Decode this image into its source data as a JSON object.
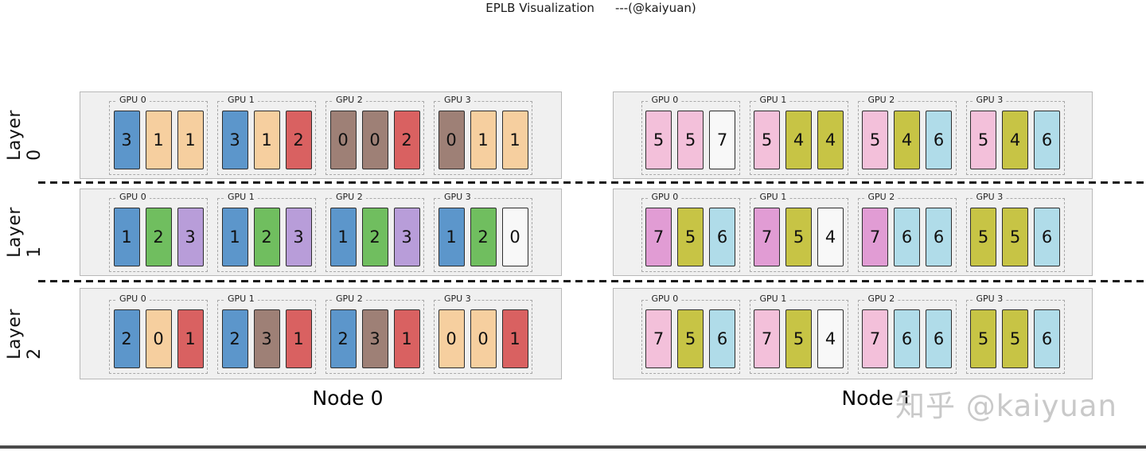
{
  "title": "EPLB Visualization",
  "credit": "---(@kaiyuan)",
  "watermark": "知乎 @kaiyuan",
  "palette": {
    "blue": "#5C96CB",
    "tan": "#F6CF9F",
    "red": "#D96161",
    "brown": "#9E8076",
    "green": "#70BE5F",
    "purple": "#B89DD9",
    "pink": "#F3C0DA",
    "white": "#F8F8F8",
    "olive": "#C7C445",
    "lightblue": "#B0DCE9",
    "orchid": "#E19CD4"
  },
  "node_labels": [
    "Node 0",
    "Node 1"
  ],
  "layers": [
    {
      "label": "Layer 0",
      "nodes": [
        {
          "gpus": [
            {
              "label": "GPU 0",
              "cells": [
                {
                  "value": "3",
                  "color": "blue"
                },
                {
                  "value": "1",
                  "color": "tan"
                },
                {
                  "value": "1",
                  "color": "tan"
                }
              ]
            },
            {
              "label": "GPU 1",
              "cells": [
                {
                  "value": "3",
                  "color": "blue"
                },
                {
                  "value": "1",
                  "color": "tan"
                },
                {
                  "value": "2",
                  "color": "red"
                }
              ]
            },
            {
              "label": "GPU 2",
              "cells": [
                {
                  "value": "0",
                  "color": "brown"
                },
                {
                  "value": "0",
                  "color": "brown"
                },
                {
                  "value": "2",
                  "color": "red"
                }
              ]
            },
            {
              "label": "GPU 3",
              "cells": [
                {
                  "value": "0",
                  "color": "brown"
                },
                {
                  "value": "1",
                  "color": "tan"
                },
                {
                  "value": "1",
                  "color": "tan"
                }
              ]
            }
          ]
        },
        {
          "gpus": [
            {
              "label": "GPU 0",
              "cells": [
                {
                  "value": "5",
                  "color": "pink"
                },
                {
                  "value": "5",
                  "color": "pink"
                },
                {
                  "value": "7",
                  "color": "white"
                }
              ]
            },
            {
              "label": "GPU 1",
              "cells": [
                {
                  "value": "5",
                  "color": "pink"
                },
                {
                  "value": "4",
                  "color": "olive"
                },
                {
                  "value": "4",
                  "color": "olive"
                }
              ]
            },
            {
              "label": "GPU 2",
              "cells": [
                {
                  "value": "5",
                  "color": "pink"
                },
                {
                  "value": "4",
                  "color": "olive"
                },
                {
                  "value": "6",
                  "color": "lightblue"
                }
              ]
            },
            {
              "label": "GPU 3",
              "cells": [
                {
                  "value": "5",
                  "color": "pink"
                },
                {
                  "value": "4",
                  "color": "olive"
                },
                {
                  "value": "6",
                  "color": "lightblue"
                }
              ]
            }
          ]
        }
      ]
    },
    {
      "label": "Layer 1",
      "nodes": [
        {
          "gpus": [
            {
              "label": "GPU 0",
              "cells": [
                {
                  "value": "1",
                  "color": "blue"
                },
                {
                  "value": "2",
                  "color": "green"
                },
                {
                  "value": "3",
                  "color": "purple"
                }
              ]
            },
            {
              "label": "GPU 1",
              "cells": [
                {
                  "value": "1",
                  "color": "blue"
                },
                {
                  "value": "2",
                  "color": "green"
                },
                {
                  "value": "3",
                  "color": "purple"
                }
              ]
            },
            {
              "label": "GPU 2",
              "cells": [
                {
                  "value": "1",
                  "color": "blue"
                },
                {
                  "value": "2",
                  "color": "green"
                },
                {
                  "value": "3",
                  "color": "purple"
                }
              ]
            },
            {
              "label": "GPU 3",
              "cells": [
                {
                  "value": "1",
                  "color": "blue"
                },
                {
                  "value": "2",
                  "color": "green"
                },
                {
                  "value": "0",
                  "color": "white"
                }
              ]
            }
          ]
        },
        {
          "gpus": [
            {
              "label": "GPU 0",
              "cells": [
                {
                  "value": "7",
                  "color": "orchid"
                },
                {
                  "value": "5",
                  "color": "olive"
                },
                {
                  "value": "6",
                  "color": "lightblue"
                }
              ]
            },
            {
              "label": "GPU 1",
              "cells": [
                {
                  "value": "7",
                  "color": "orchid"
                },
                {
                  "value": "5",
                  "color": "olive"
                },
                {
                  "value": "4",
                  "color": "white"
                }
              ]
            },
            {
              "label": "GPU 2",
              "cells": [
                {
                  "value": "7",
                  "color": "orchid"
                },
                {
                  "value": "6",
                  "color": "lightblue"
                },
                {
                  "value": "6",
                  "color": "lightblue"
                }
              ]
            },
            {
              "label": "GPU 3",
              "cells": [
                {
                  "value": "5",
                  "color": "olive"
                },
                {
                  "value": "5",
                  "color": "olive"
                },
                {
                  "value": "6",
                  "color": "lightblue"
                }
              ]
            }
          ]
        }
      ]
    },
    {
      "label": "Layer 2",
      "nodes": [
        {
          "gpus": [
            {
              "label": "GPU 0",
              "cells": [
                {
                  "value": "2",
                  "color": "blue"
                },
                {
                  "value": "0",
                  "color": "tan"
                },
                {
                  "value": "1",
                  "color": "red"
                }
              ]
            },
            {
              "label": "GPU 1",
              "cells": [
                {
                  "value": "2",
                  "color": "blue"
                },
                {
                  "value": "3",
                  "color": "brown"
                },
                {
                  "value": "1",
                  "color": "red"
                }
              ]
            },
            {
              "label": "GPU 2",
              "cells": [
                {
                  "value": "2",
                  "color": "blue"
                },
                {
                  "value": "3",
                  "color": "brown"
                },
                {
                  "value": "1",
                  "color": "red"
                }
              ]
            },
            {
              "label": "GPU 3",
              "cells": [
                {
                  "value": "0",
                  "color": "tan"
                },
                {
                  "value": "0",
                  "color": "tan"
                },
                {
                  "value": "1",
                  "color": "red"
                }
              ]
            }
          ]
        },
        {
          "gpus": [
            {
              "label": "GPU 0",
              "cells": [
                {
                  "value": "7",
                  "color": "pink"
                },
                {
                  "value": "5",
                  "color": "olive"
                },
                {
                  "value": "6",
                  "color": "lightblue"
                }
              ]
            },
            {
              "label": "GPU 1",
              "cells": [
                {
                  "value": "7",
                  "color": "pink"
                },
                {
                  "value": "5",
                  "color": "olive"
                },
                {
                  "value": "4",
                  "color": "white"
                }
              ]
            },
            {
              "label": "GPU 2",
              "cells": [
                {
                  "value": "7",
                  "color": "pink"
                },
                {
                  "value": "6",
                  "color": "lightblue"
                },
                {
                  "value": "6",
                  "color": "lightblue"
                }
              ]
            },
            {
              "label": "GPU 3",
              "cells": [
                {
                  "value": "5",
                  "color": "olive"
                },
                {
                  "value": "5",
                  "color": "olive"
                },
                {
                  "value": "6",
                  "color": "lightblue"
                }
              ]
            }
          ]
        }
      ]
    }
  ]
}
